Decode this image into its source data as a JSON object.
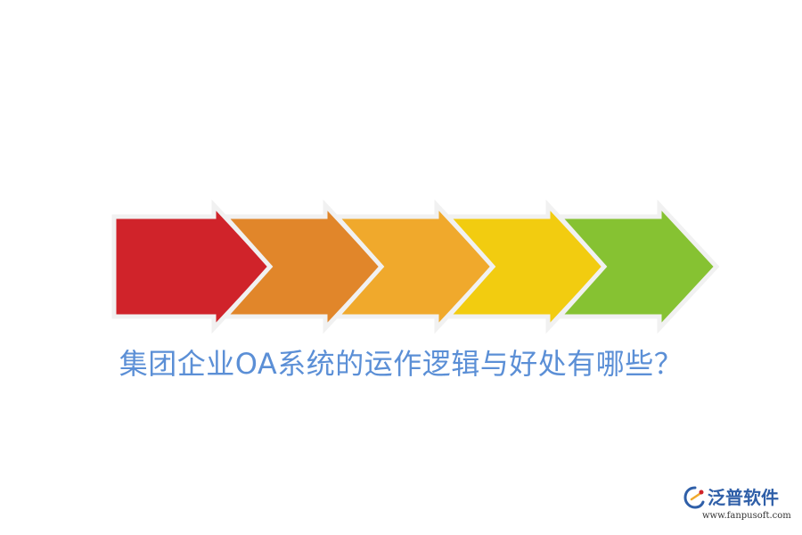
{
  "title": "集团企业OA系统的运作逻辑与好处有哪些？",
  "arrows": [
    {
      "color": "#d0232a"
    },
    {
      "color": "#e1862a"
    },
    {
      "color": "#f0a92c"
    },
    {
      "color": "#f2cc10"
    },
    {
      "color": "#86c232"
    }
  ],
  "brand": {
    "name": "泛普软件",
    "url": "www.fanpusoft.com",
    "logo_icon": "fanpu-logo-icon"
  },
  "colors": {
    "title": "#5b8fd6",
    "brand_name": "#2f5fa8",
    "arrow_outline": "#f1f1f1"
  }
}
